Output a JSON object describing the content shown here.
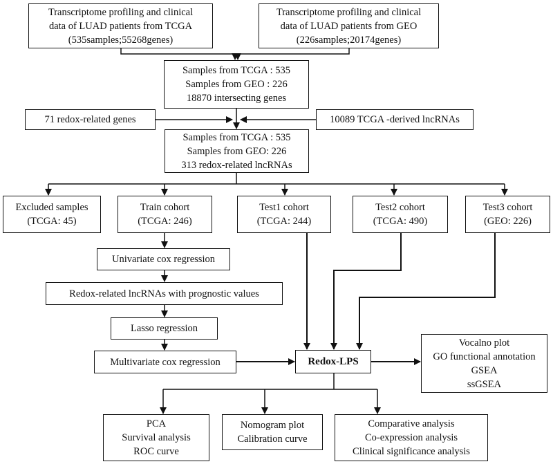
{
  "nodes": {
    "tcga": [
      "Transcriptome profiling and clinical",
      "data of LUAD patients from TCGA",
      "(535samples;55268genes)"
    ],
    "geo": [
      "Transcriptome profiling and clinical",
      "data of LUAD patients from  GEO",
      "(226samples;20174genes)"
    ],
    "merge": [
      "Samples from TCGA : 535",
      "Samples from GEO : 226",
      "18870 intersecting genes"
    ],
    "redox_genes": [
      "71 redox-related genes"
    ],
    "lncrnas": [
      "10089 TCGA -derived lncRNAs"
    ],
    "selected": [
      "Samples from TCGA : 535",
      "Samples from GEO:  226",
      "313 redox-related lncRNAs"
    ],
    "excluded": [
      "Excluded samples",
      "(TCGA: 45)"
    ],
    "train": [
      "Train cohort",
      "(TCGA: 246)"
    ],
    "test1": [
      "Test1 cohort",
      "(TCGA: 244)"
    ],
    "test2": [
      "Test2 cohort",
      "(TCGA: 490)"
    ],
    "test3": [
      "Test3 cohort",
      "(GEO: 226)"
    ],
    "univariate": [
      "Univariate cox regression"
    ],
    "prognostic": [
      "Redox-related lncRNAs with prognostic values"
    ],
    "lasso": [
      "Lasso regression"
    ],
    "multivariate": [
      "Multivariate cox regression"
    ],
    "lps": [
      "Redox-LPS"
    ],
    "analyses": [
      "Vocalno plot",
      "GO functional annotation",
      "GSEA",
      "ssGSEA"
    ],
    "pca": [
      "PCA",
      "Survival analysis",
      "ROC curve"
    ],
    "nomogram": [
      "Nomogram plot",
      "Calibration curve"
    ],
    "comparative": [
      "Comparative analysis",
      "Co-expression analysis",
      "Clinical significance  analysis"
    ]
  }
}
